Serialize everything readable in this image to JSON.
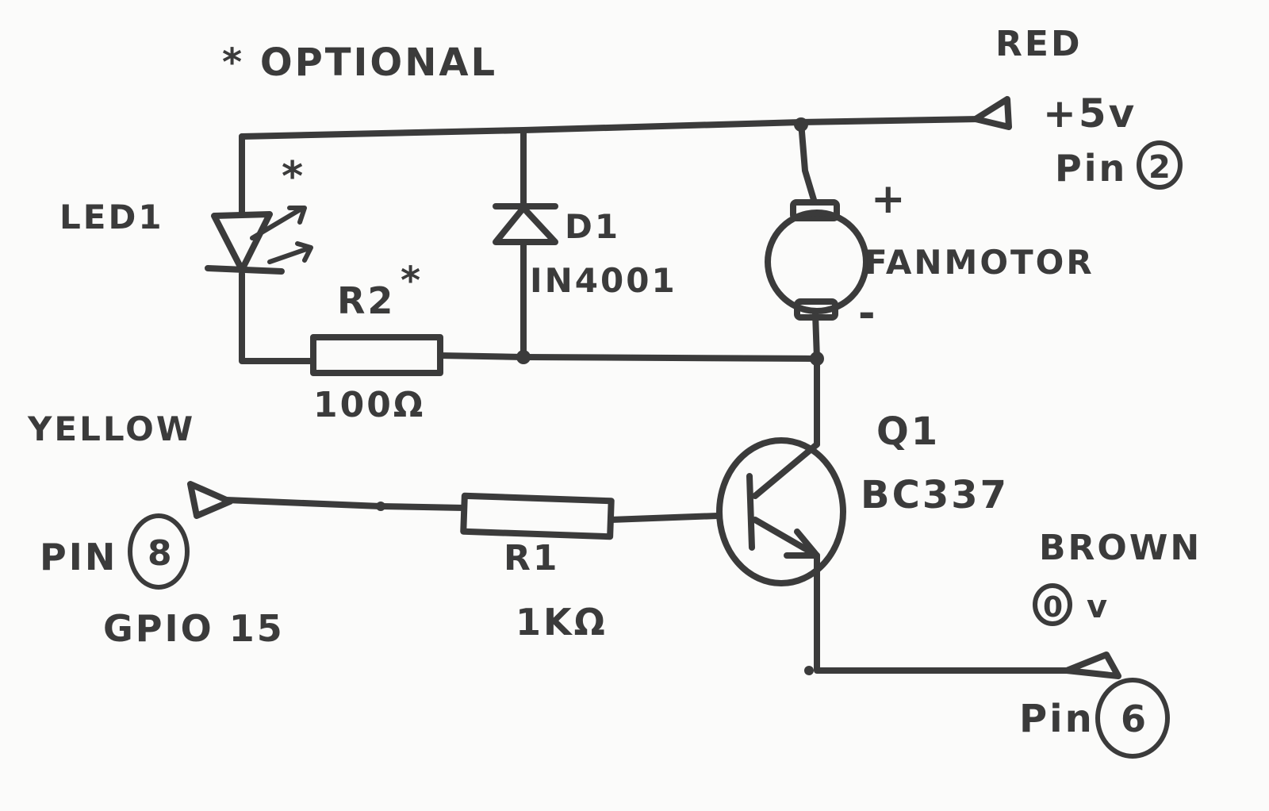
{
  "labels": {
    "optional_note": "* OPTIONAL",
    "red": "RED",
    "plus5v": "+5v",
    "pin12_prefix": "Pin",
    "pin12_num": "2",
    "led": "LED1",
    "led_star": "*",
    "d1": "D1",
    "d1_part": "IN4001",
    "plus": "+",
    "fanmotor": "FANMOTOR",
    "minus": "-",
    "r2": "R2",
    "r2_star": "*",
    "r2_value": "100Ω",
    "yellow": "YELLOW",
    "q1": "Q1",
    "q1_part": "BC337",
    "pin8_prefix": "PIN",
    "pin8_num": "8",
    "gpio": "GPIO 15",
    "r1": "R1",
    "r1_value": "1KΩ",
    "brown": "BROWN",
    "zero_num": "0",
    "zero_unit": "v",
    "pin6_prefix": "Pin",
    "pin6_num": "6"
  }
}
